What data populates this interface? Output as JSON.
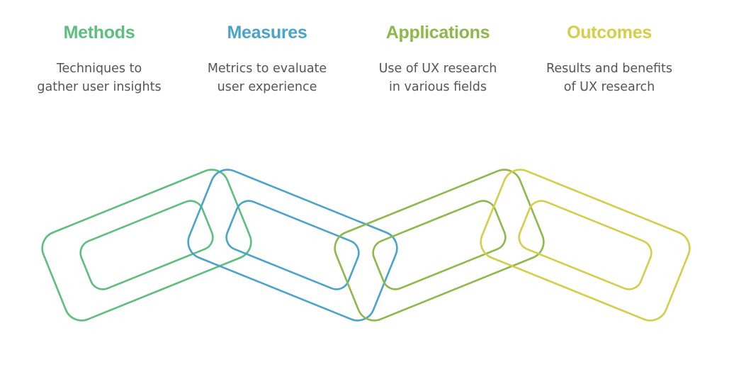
{
  "columns": [
    {
      "title": "Methods",
      "line1": "Techniques to",
      "line2": "gather user insights",
      "color": "#5CBF7D"
    },
    {
      "title": "Measures",
      "line1": "Metrics to evaluate",
      "line2": "user experience",
      "color": "#4BA3CB"
    },
    {
      "title": "Applications",
      "line1": "Use of UX research",
      "line2": "in various fields",
      "color": "#8DB94A"
    },
    {
      "title": "Outcomes",
      "line1": "Results and benefits",
      "line2": "of UX research",
      "color": "#D6CD48"
    }
  ]
}
